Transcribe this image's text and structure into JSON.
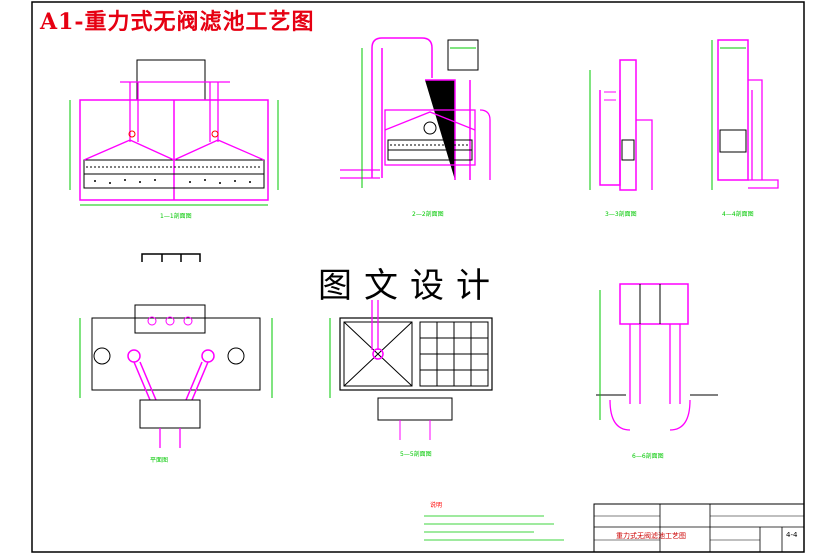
{
  "title": "A1-重力式无阀滤池工艺图",
  "watermark": "图文设计",
  "title_block": {
    "drawing_name": "重力式无阀滤池工艺图",
    "sheet_number": "4-4"
  },
  "notes_heading": "说明",
  "colors": {
    "frame": "#000000",
    "pipe": "#ff00ff",
    "dimension": "#00c800",
    "annotation": "#ff0000",
    "title": "#e60012"
  }
}
